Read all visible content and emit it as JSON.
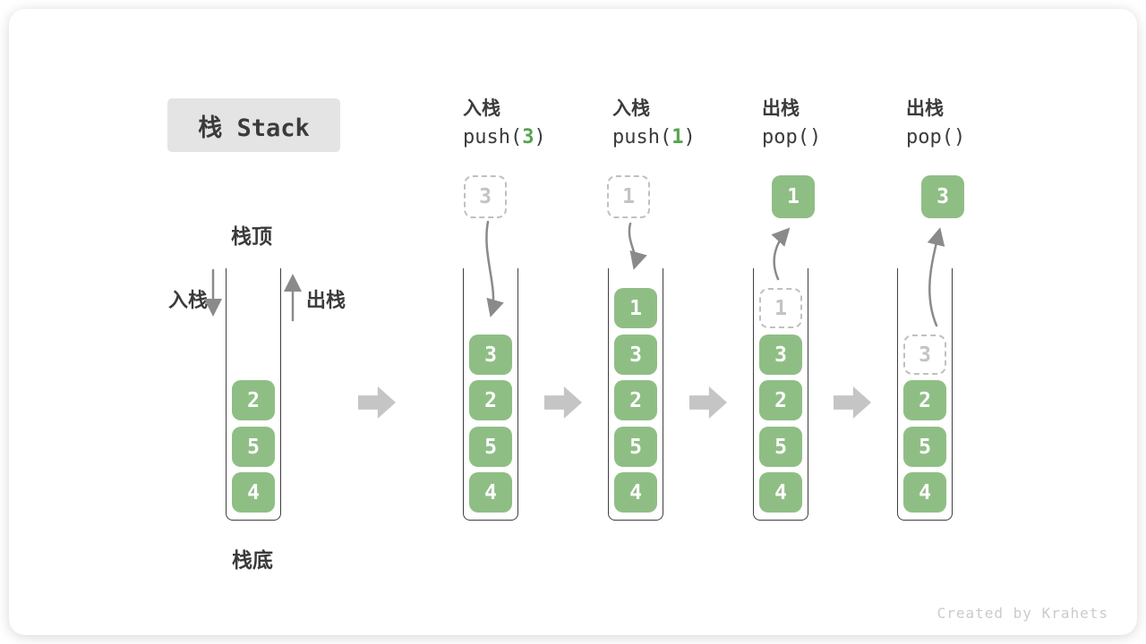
{
  "title": "栈 Stack",
  "labels": {
    "stack_top": "栈顶",
    "stack_bottom": "栈底",
    "push_side": "入栈",
    "pop_side": "出栈"
  },
  "watermark": "Created by Krahets",
  "colors": {
    "cell-green": "#8FBE85",
    "code-green": "#55A34F",
    "ink": "#3B3B3B",
    "ghost-border": "#C0C0C0",
    "ghost-text": "#C3C3C3",
    "wall": "#3F3F3F",
    "block-arrow": "#C5C5C5",
    "thin-arrow": "#8A8A8A",
    "title-bg": "#E4E4E4",
    "watermark": "#CBCBCB"
  },
  "steps": [
    {
      "name": "initial",
      "stack": [
        "2",
        "5",
        "4"
      ]
    },
    {
      "name": "push-3",
      "op": "入栈",
      "code_fn": "push(",
      "code_arg": "3",
      "code_end": ")",
      "incoming": "3",
      "stack": [
        "3",
        "2",
        "5",
        "4"
      ]
    },
    {
      "name": "push-1",
      "op": "入栈",
      "code_fn": "push(",
      "code_arg": "1",
      "code_end": ")",
      "incoming": "1",
      "stack": [
        "1",
        "3",
        "2",
        "5",
        "4"
      ]
    },
    {
      "name": "pop-1",
      "op": "出栈",
      "code": "pop()",
      "popped": "1",
      "ghost": "1",
      "stack": [
        "3",
        "2",
        "5",
        "4"
      ]
    },
    {
      "name": "pop-3",
      "op": "出栈",
      "code": "pop()",
      "popped": "3",
      "ghost": "3",
      "stack": [
        "2",
        "5",
        "4"
      ]
    }
  ]
}
